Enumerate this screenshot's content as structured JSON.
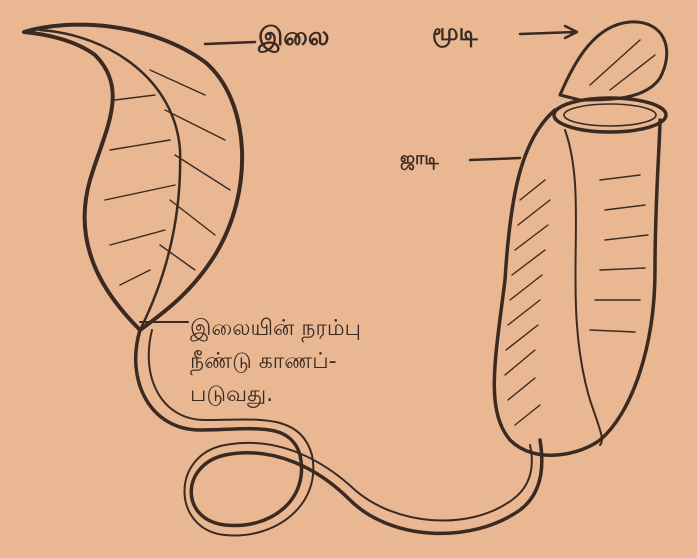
{
  "labels": {
    "leaf": "இலை",
    "lid": "மூடி",
    "pitcher": "ஜாடி",
    "midrib_note": [
      "இலையின் நரம்பு",
      "நீண்டு காணப்-",
      "படுவது."
    ]
  },
  "colors": {
    "paper": "#e9b892",
    "ink": "#3a2a22"
  }
}
